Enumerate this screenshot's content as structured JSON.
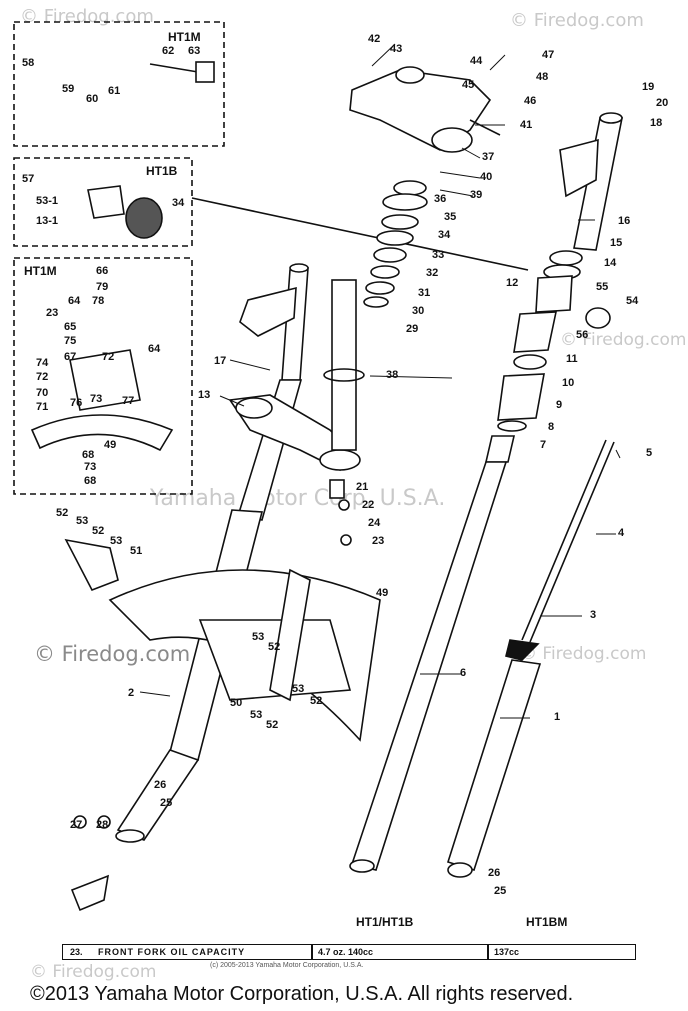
{
  "watermarks": {
    "site_top": "© Firedog.com",
    "site_left_mid": "© Firedog.com",
    "site_right_upper": "© Firedog.com",
    "site_right_mid": "© Firedog.com",
    "site_left_bottom": "© Firedog.com",
    "site_right_bottom": "© Firedog.com",
    "corp": "Yamaha Motor Corp, U.S.A."
  },
  "boxes": {
    "box_top": "HT1M",
    "box_mid": "HT1B",
    "box_bottom": "HT1M"
  },
  "model_labels": {
    "left": "HT1/HT1B",
    "right": "HT1BM"
  },
  "capacity_table": {
    "index": "23.",
    "label": "FRONT FORK OIL CAPACITY",
    "value_ht1": "4.7 oz.  140cc",
    "value_ht1bm": "137cc"
  },
  "small_copyright": "(c) 2005-2013 Yamaha Motor Corporation, U.S.A.",
  "copyright": "©2013 Yamaha Motor Corporation, U.S.A. All rights reserved.",
  "callouts": {
    "c58": "58",
    "c62": "62",
    "c63": "63",
    "c59": "59",
    "c60": "60",
    "c61": "61",
    "c57": "57",
    "c53a": "53-1",
    "c13a": "13-1",
    "c34a": "34",
    "c66": "66",
    "c79": "79",
    "c78": "78",
    "c64a": "64",
    "c23a": "23",
    "c65": "65",
    "c75": "75",
    "c64b": "64",
    "c67": "67",
    "c72a": "72",
    "c74": "74",
    "c72b": "72",
    "c76": "76",
    "c70": "70",
    "c71": "71",
    "c73a": "73",
    "c77": "77",
    "c49a": "49",
    "c68a": "68",
    "c73b": "73",
    "c68b": "68",
    "c42": "42",
    "c43": "43",
    "c44": "44",
    "c47": "47",
    "c48": "48",
    "c45": "45",
    "c46": "46",
    "c41": "41",
    "c37": "37",
    "c40": "40",
    "c39": "39",
    "c36": "36",
    "c35": "35",
    "c34b": "34",
    "c33": "33",
    "c32": "32",
    "c31": "31",
    "c30": "30",
    "c29": "29",
    "c38": "38",
    "c19": "19",
    "c20": "20",
    "c18": "18",
    "c16": "16",
    "c15": "15",
    "c14": "14",
    "c12": "12",
    "c55": "55",
    "c54": "54",
    "c56": "56",
    "c11": "11",
    "c10": "10",
    "c9": "9",
    "c8": "8",
    "c7": "7",
    "c5": "5",
    "c4": "4",
    "c3": "3",
    "c1": "1",
    "c6": "6",
    "c17": "17",
    "c13b": "13",
    "c21": "21",
    "c22": "22",
    "c24": "24",
    "c23b": "23",
    "c52a": "52",
    "c53b": "53",
    "c52b": "52",
    "c53c": "53",
    "c51": "51",
    "c49b": "49",
    "c53d": "53",
    "c52c": "52",
    "c53e": "53",
    "c52d": "52",
    "c50": "50",
    "c53f": "53",
    "c52e": "52",
    "c2": "2",
    "c26a": "26",
    "c25a": "25",
    "c27": "27",
    "c28": "28",
    "c26b": "26",
    "c25b": "25"
  }
}
